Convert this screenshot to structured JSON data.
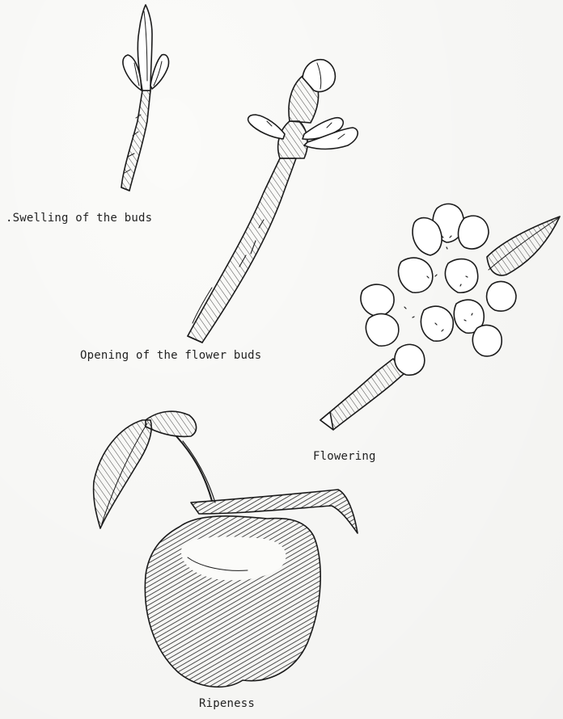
{
  "stages": [
    {
      "id": "swelling",
      "caption": ".Swelling of the buds",
      "icon": "swollen-bud-twig-icon"
    },
    {
      "id": "opening",
      "caption": "Opening of the flower buds",
      "icon": "opening-bud-twig-icon"
    },
    {
      "id": "flowering",
      "caption": "Flowering",
      "icon": "apple-blossom-icon"
    },
    {
      "id": "ripeness",
      "caption": "Ripeness",
      "icon": "ripe-apple-icon"
    }
  ],
  "colors": {
    "ink": "#1a1a1a",
    "paper": "#fbfbf9"
  }
}
